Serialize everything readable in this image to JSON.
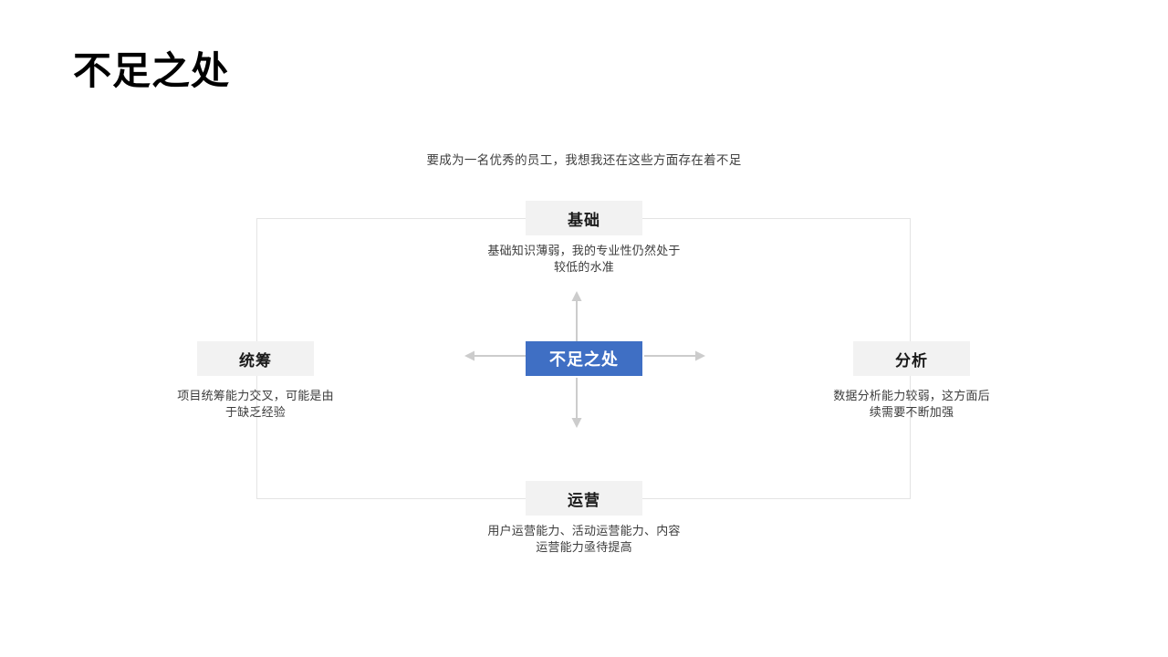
{
  "slide": {
    "title": "不足之处",
    "subtitle": "要成为一名优秀的员工，我想我还在这些方面存在着不足",
    "center_node": {
      "label": "不足之处",
      "color": "#3f6fc4",
      "text_color": "#ffffff"
    },
    "branch_box_color": "#f2f2f2",
    "frame_border_color": "#e4e4e4",
    "arrow_color": "#cccccc",
    "branches": [
      {
        "position": "top",
        "label": "基础",
        "description": "基础知识薄弱，我的专业性仍然处于较低的水准",
        "description_line1": "基础知识薄弱，我的专业性仍然处于",
        "description_line2": "较低的水准",
        "arrow_icon": "arrow-up-icon"
      },
      {
        "position": "left",
        "label": "统筹",
        "description": "项目统筹能力交叉，可能是由于缺乏经验",
        "description_line1": "项目统筹能力交叉，可能是由",
        "description_line2": "于缺乏经验",
        "arrow_icon": "arrow-left-icon"
      },
      {
        "position": "right",
        "label": "分析",
        "description": "数据分析能力较弱，这方面后续需要不断加强",
        "description_line1": "数据分析能力较弱，这方面后",
        "description_line2": "续需要不断加强",
        "arrow_icon": "arrow-right-icon"
      },
      {
        "position": "bottom",
        "label": "运营",
        "description": "用户运营能力、活动运营能力、内容运营能力亟待提高",
        "description_line1": "用户运营能力、活动运营能力、内容",
        "description_line2": "运营能力亟待提高",
        "arrow_icon": "arrow-down-icon"
      }
    ]
  }
}
